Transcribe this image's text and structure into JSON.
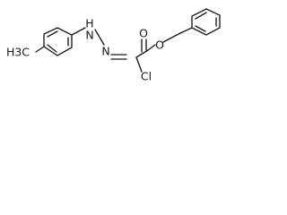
{
  "molecule": {
    "atoms": {
      "methyl": "H3C",
      "nh": "H",
      "n1": "N",
      "n2": "N",
      "o_carbonyl": "O",
      "o_ester": "O",
      "cl": "Cl"
    }
  }
}
